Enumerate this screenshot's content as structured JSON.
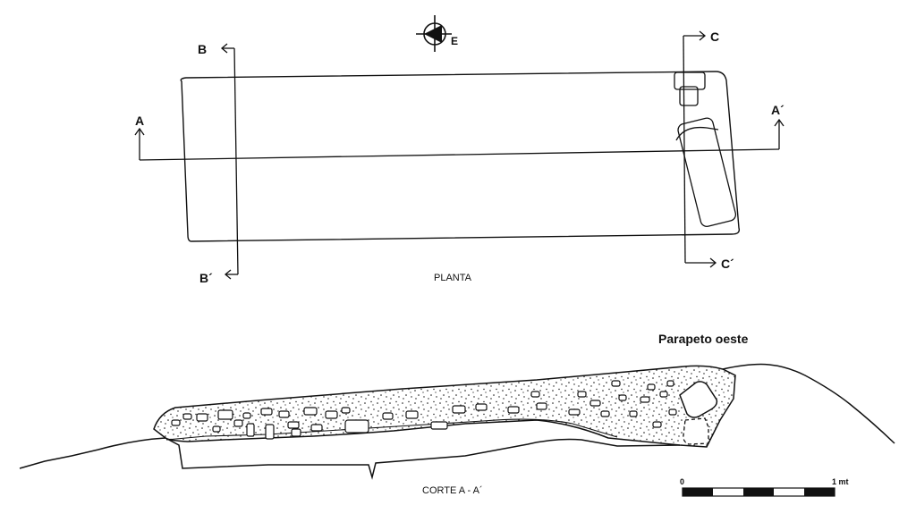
{
  "north_arrow": {
    "label": "E"
  },
  "sections": {
    "a_start": "A",
    "a_end": "A´",
    "b_start": "B",
    "b_end": "B´",
    "c_start": "C",
    "c_end": "C´"
  },
  "plan": {
    "label": "PLANTA"
  },
  "profile": {
    "label": "CORTE  A - A´",
    "annotation": "Parapeto oeste"
  },
  "scale_bar": {
    "start_label": "0",
    "end_label": "1 mt"
  },
  "colors": {
    "ink": "#111111",
    "paper": "#ffffff"
  }
}
